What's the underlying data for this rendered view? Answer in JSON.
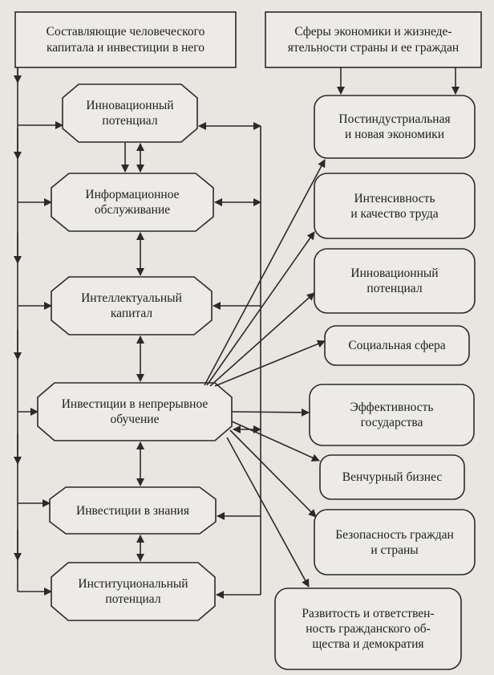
{
  "colors": {
    "ink": "#2a2a2a",
    "paper": "#e9e6e1",
    "box": "#ecebe8"
  },
  "left_header": "Составляющие человеческого\nкапитала и инвестиции в него",
  "right_header": "Сферы экономики и жизнеде-\nятельности страны и ее граждан",
  "left_nodes": [
    "Инновационный\nпотенциал",
    "Информационное\nобслуживание",
    "Интеллектуальный\nкапитал",
    "Инвестиции в непрерывное\nобучение",
    "Инвестиции в знания",
    "Институциональный\nпотенциал"
  ],
  "right_nodes": [
    "Постиндустриальная\nи новая экономики",
    "Интенсивность\nи качество труда",
    "Инновационный\nпотенциал",
    "Социальная сфера",
    "Эффективность\nгосударства",
    "Венчурный бизнес",
    "Безопасность граждан\nи страны",
    "Развитость и ответствен-\nность гражданского об-\nщества и демократия"
  ]
}
